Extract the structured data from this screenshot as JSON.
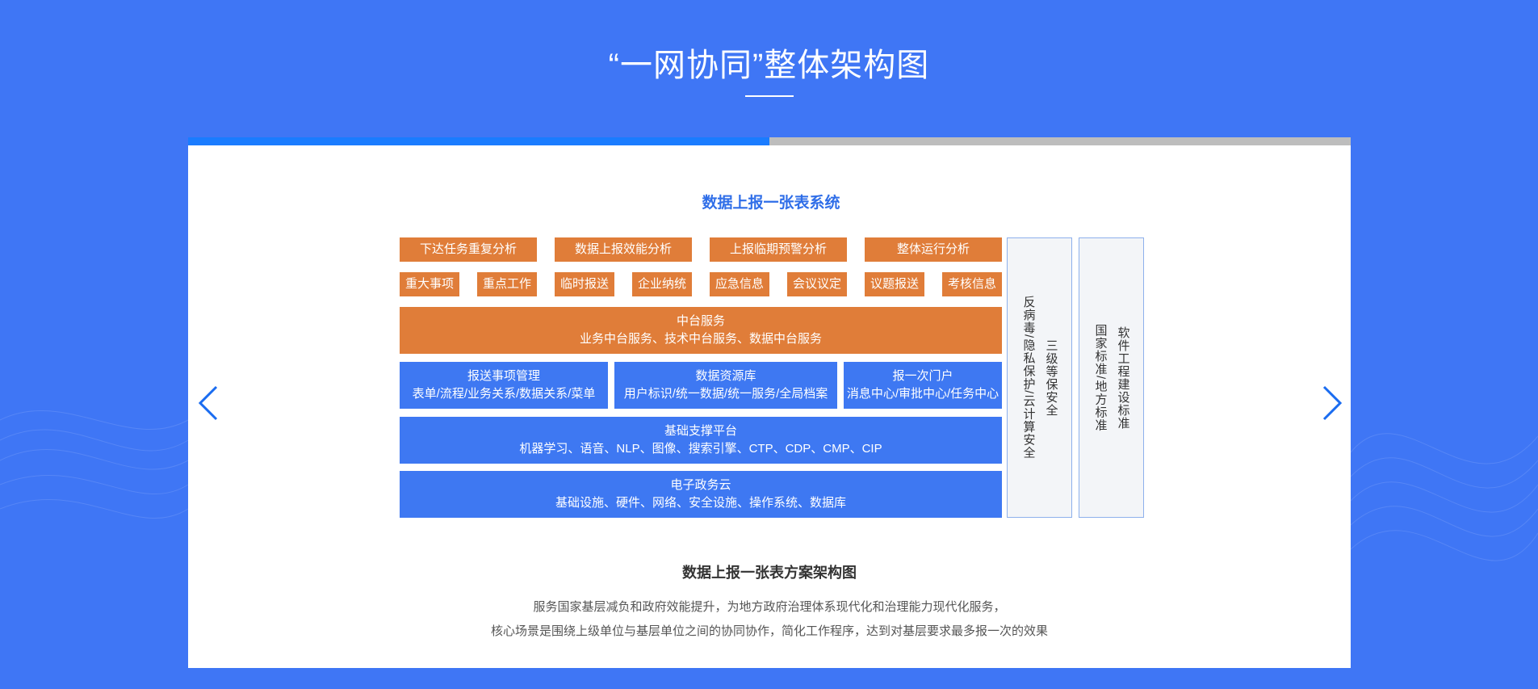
{
  "page": {
    "title": "“一网协同”整体架构图"
  },
  "slider": {
    "progress_fraction": 0.5,
    "prev_icon": "chevron-left-icon",
    "next_icon": "chevron-right-icon"
  },
  "diagram": {
    "title": "数据上报一张表系统",
    "analysis_row": [
      "下达任务重复分析",
      "数据上报效能分析",
      "上报临期预警分析",
      "整体运行分析"
    ],
    "item_row": [
      "重大事项",
      "重点工作",
      "临时报送",
      "企业纳统",
      "应急信息",
      "会议议定",
      "议题报送",
      "考核信息"
    ],
    "middle_platform": {
      "title": "中台服务",
      "detail": "业务中台服务、技术中台服务、数据中台服务"
    },
    "modules": [
      {
        "title": "报送事项管理",
        "detail": "表单/流程/业务关系/数据关系/菜单"
      },
      {
        "title": "数据资源库",
        "detail": "用户标识/统一数据/统一服务/全局档案"
      },
      {
        "title": "报一次门户",
        "detail": "消息中心/审批中心/任务中心"
      }
    ],
    "support_platform": {
      "title": "基础支撑平台",
      "detail": "机器学习、语音、NLP、图像、搜索引擎、CTP、CDP、CMP、CIP"
    },
    "gov_cloud": {
      "title": "电子政务云",
      "detail": "基础设施、硬件、网络、安全设施、操作系统、数据库"
    },
    "security_column": [
      "三级等保安全",
      "反病毒/隐私保护/云计算安全"
    ],
    "standards_column": [
      "软件工程建设标准",
      "国家标准/地方标准"
    ]
  },
  "caption": {
    "title": "数据上报一张表方案架构图",
    "line1": "服务国家基层减负和政府效能提升，为地方政府治理体系现代化和治理能力现代化服务，",
    "line2": "核心场景是围绕上级单位与基层单位之间的协同协作，简化工作程序，达到对基层要求最多报一次的效果"
  },
  "colors": {
    "background": "#3f76f5",
    "accent_blue": "#3e78f2",
    "accent_orange": "#e07d39",
    "progress_fill": "#1a7cff",
    "progress_track": "#bdbdbd"
  }
}
